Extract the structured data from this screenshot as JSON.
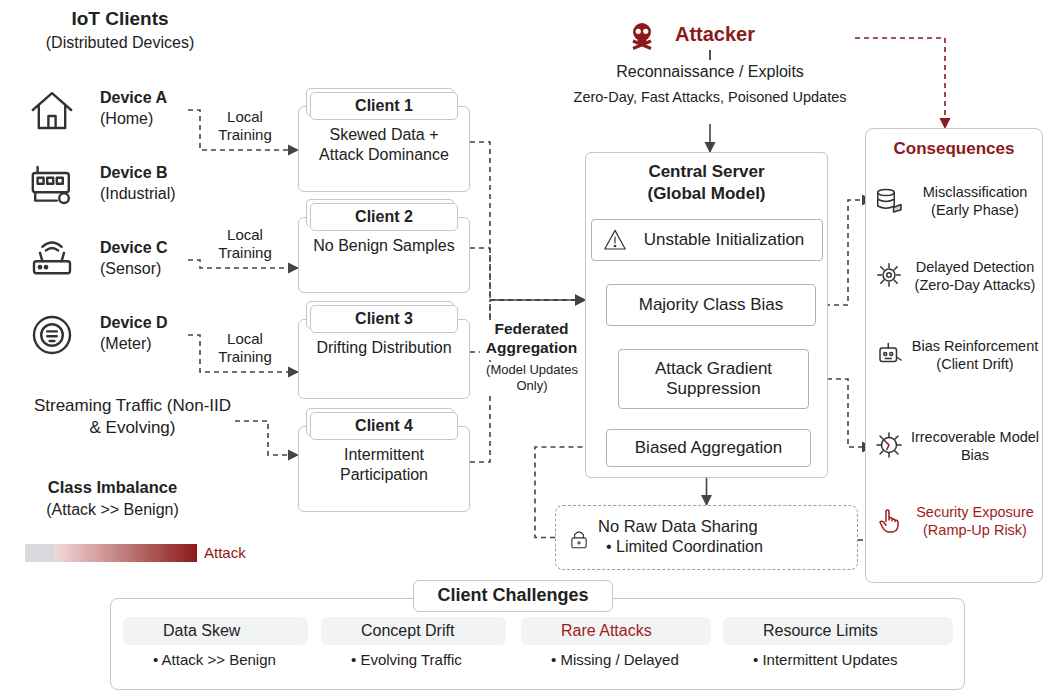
{
  "diagram": {
    "nodes": [
      {
        "text": [
          "Device A",
          "(Home)"
        ]
      },
      {
        "text": [
          "Device B",
          "(Industrial)"
        ]
      },
      {
        "text": [
          "Device C",
          "(Sensor)"
        ]
      },
      {
        "text": [
          "Device D",
          "(Meter)"
        ]
      },
      {
        "text": [
          "Streaming Traffic (Non-IID & Evolving)"
        ]
      },
      {
        "text": [
          "Client 1",
          "Skewed Data + Attack Dominance"
        ]
      },
      {
        "text": [
          "Client 2",
          "No Benign Samples"
        ]
      },
      {
        "text": [
          "Client 3",
          "Drifting Distribution"
        ]
      },
      {
        "text": [
          "Client 4",
          "Intermittent Participation"
        ]
      },
      {
        "text": [
          "Attacker",
          "Reconnaissance / Exploits",
          "Zero-Day, Fast Attacks, Poisoned Updates"
        ]
      },
      {
        "text": [
          "Central Server (Global Model)"
        ]
      },
      {
        "text": [
          "Unstable Initialization"
        ],
        "in": 10
      },
      {
        "text": [
          "Majority Class Bias"
        ],
        "in": 10
      },
      {
        "text": [
          "Attack Gradient Suppression"
        ],
        "in": 10
      },
      {
        "text": [
          "Biased Aggregation"
        ],
        "in": 10
      },
      {
        "text": [
          "No Raw Data Sharing",
          "• Limited Coordination"
        ]
      },
      {
        "text": [
          "Consequences"
        ]
      },
      {
        "text": [
          "Misclassification (Early Phase)"
        ],
        "in": 16
      },
      {
        "text": [
          "Delayed Detection (Zero-Day Attacks)"
        ],
        "in": 16
      },
      {
        "text": [
          "Bias Reinforcement (Client Drift)"
        ],
        "in": 16
      },
      {
        "text": [
          "Irrecoverable Model Bias"
        ],
        "in": 16
      },
      {
        "text": [
          "Security Exposure (Ramp-Up Risk)"
        ],
        "in": 16
      },
      {
        "text": [
          "Client Challenges"
        ]
      },
      {
        "text": [
          "Data Skew",
          "• Attack >> Benign"
        ],
        "in": 22
      },
      {
        "text": [
          "Concept Drift",
          "• Evolving Traffic"
        ],
        "in": 22
      },
      {
        "text": [
          "Rare Attacks",
          "• Missing / Delayed"
        ],
        "in": 22
      },
      {
        "text": [
          "Resource Limits",
          "• Intermittent Updates"
        ],
        "in": 22
      }
    ],
    "edges": [
      {
        "from": 0,
        "to": 5,
        "arrow": "to",
        "label": "Local Training"
      },
      {
        "from": 2,
        "to": 6,
        "arrow": "to",
        "label": "Local Training"
      },
      {
        "from": 3,
        "to": 7,
        "arrow": "to",
        "label": "Local Training"
      },
      {
        "from": 4,
        "to": 8,
        "arrow": "to"
      },
      {
        "from": 5,
        "to": 10,
        "arrow": "to"
      },
      {
        "from": 6,
        "to": 10,
        "arrow": "to"
      },
      {
        "from": 7,
        "to": 10,
        "arrow": "to"
      },
      {
        "from": 8,
        "to": 10,
        "arrow": "to"
      },
      {
        "from": 9,
        "to": 10,
        "arrow": "to"
      },
      {
        "from": 9,
        "to": 16,
        "arrow": "to"
      },
      {
        "from": 11,
        "to": 12,
        "arrow": "to"
      },
      {
        "from": 12,
        "to": 13,
        "arrow": "to"
      },
      {
        "from": 13,
        "to": 14,
        "arrow": "to"
      },
      {
        "from": 10,
        "to": 15,
        "arrow": "to"
      },
      {
        "from": 15,
        "to": 14,
        "arrow": "to"
      },
      {
        "from": 15,
        "to": 16,
        "arrow": "none"
      },
      {
        "from": 12,
        "to": 17,
        "arrow": "to"
      },
      {
        "from": 13,
        "to": 20,
        "arrow": "to"
      },
      {
        "from": 17,
        "to": 18,
        "arrow": "to"
      },
      {
        "from": 18,
        "to": 19,
        "arrow": "to"
      },
      {
        "from": 19,
        "to": 20,
        "arrow": "to"
      },
      {
        "from": 20,
        "to": 21,
        "arrow": "to"
      }
    ],
    "labels": [
      "IoT Clients",
      "(Distributed Devices)",
      "Class Imbalance",
      "(Attack >> Benign)",
      "Attack",
      "Federated Aggregation",
      "(Model Updates Only)"
    ]
  }
}
